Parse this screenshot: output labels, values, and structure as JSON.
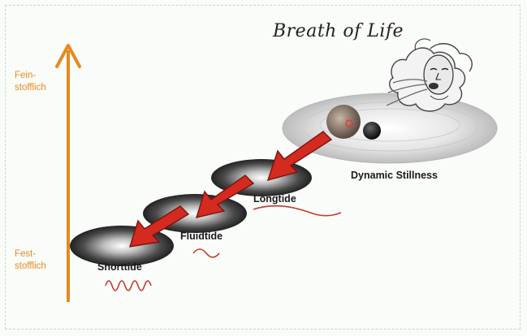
{
  "title": "Breath of Life",
  "axis": {
    "top_label": "Fein-\nstofflich",
    "bottom_label": "Fest-\nstofflich",
    "color": "#e58a20"
  },
  "stages": {
    "dynamic_stillness": "Dynamic Stillness",
    "longtide": "Longtide",
    "fluidtide": "Fluidtide",
    "shorttide": "Shorttide"
  },
  "colors": {
    "arrow_fill": "#d42a1f",
    "wave": "#c0392b",
    "disc_dark": "#2e2e2e",
    "halo": "#9a9a9a"
  },
  "icons": [
    "wind-god-face-icon",
    "planet-icon",
    "moon-icon"
  ]
}
